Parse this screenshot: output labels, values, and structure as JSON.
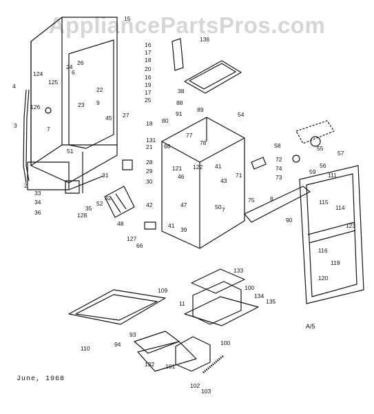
{
  "watermark": "AppliancePartsPros.com",
  "date_text": "June, 1968",
  "figure_code": "A/5",
  "part_labels": [
    "15",
    "16",
    "17",
    "18",
    "20",
    "16",
    "19",
    "17",
    "25",
    "136",
    "124",
    "125",
    "4",
    "126",
    "3",
    "7",
    "24",
    "26",
    "22",
    "6",
    "23",
    "9",
    "38",
    "88",
    "91",
    "89",
    "54",
    "27",
    "45",
    "18",
    "80",
    "131",
    "21",
    "66",
    "77",
    "78",
    "51",
    "2",
    "33",
    "34",
    "36",
    "28",
    "29",
    "30",
    "31",
    "35",
    "32",
    "52",
    "128",
    "48",
    "121",
    "122",
    "41",
    "46",
    "43",
    "42",
    "47",
    "39",
    "41",
    "127",
    "66",
    "71",
    "72",
    "74",
    "73",
    "8",
    "50",
    "7",
    "75",
    "58",
    "55",
    "57",
    "56",
    "59",
    "111",
    "115",
    "114",
    "123",
    "116",
    "119",
    "120",
    "90",
    "109",
    "133",
    "100",
    "11",
    "134",
    "135",
    "110",
    "93",
    "94",
    "100",
    "132",
    "101",
    "102",
    "103"
  ]
}
